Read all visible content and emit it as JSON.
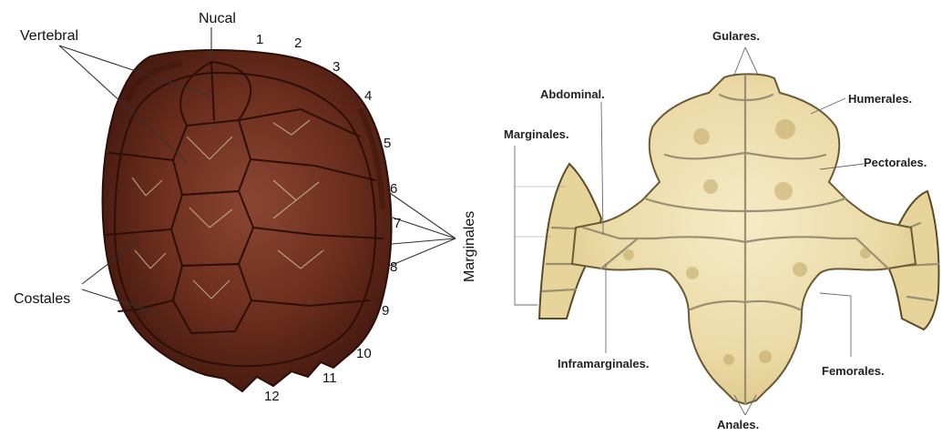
{
  "carapace": {
    "label_nucal": "Nucal",
    "label_vertebral": "Vertebral",
    "label_costales": "Costales",
    "label_marginales": "Marginales",
    "marginal_numbers": [
      "1",
      "2",
      "3",
      "4",
      "5",
      "6",
      "7",
      "8",
      "9",
      "10",
      "11",
      "12"
    ]
  },
  "plastron": {
    "label_gulares": "Gulares.",
    "label_abdominal": "Abdominal.",
    "label_humerales": "Humerales.",
    "label_marginales": "Marginales.",
    "label_pectorales": "Pectorales.",
    "label_inframarginales": "Inframarginales.",
    "label_femorales": "Femorales.",
    "label_anales": "Anales."
  },
  "colors": {
    "shell_dark": "#4a1c12",
    "shell_mid": "#6e2e1e",
    "shell_light": "#8a4a35",
    "plastron_bone": "#efe1b0",
    "plastron_dark": "#d4bd7e"
  }
}
